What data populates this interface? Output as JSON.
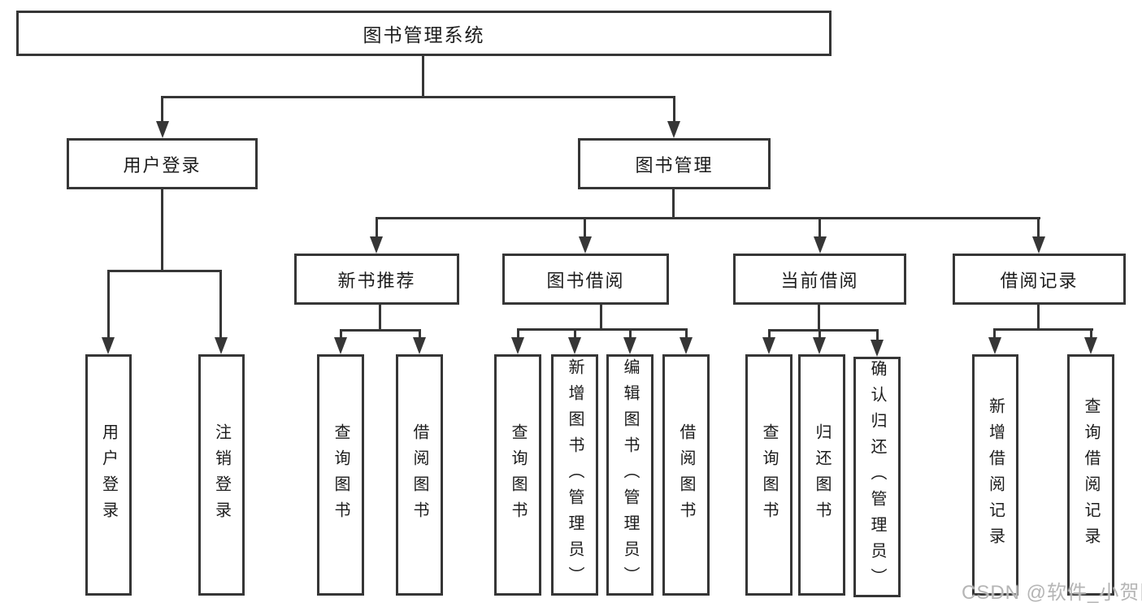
{
  "diagram": {
    "root": {
      "label": "图书管理系统"
    },
    "level2": [
      {
        "label": "用户登录"
      },
      {
        "label": "图书管理"
      }
    ],
    "level3": [
      {
        "label": "新书推荐"
      },
      {
        "label": "图书借阅"
      },
      {
        "label": "当前借阅"
      },
      {
        "label": "借阅记录"
      }
    ],
    "leaves": [
      {
        "label": "用户登录"
      },
      {
        "label": "注销登录"
      },
      {
        "label": "查询图书"
      },
      {
        "label": "借阅图书"
      },
      {
        "label": "查询图书"
      },
      {
        "label": "新增图书（管理员）"
      },
      {
        "label": "编辑图书（管理员）"
      },
      {
        "label": "借阅图书"
      },
      {
        "label": "查询图书"
      },
      {
        "label": "归还图书"
      },
      {
        "label": "确认归还（管理员）"
      },
      {
        "label": "新增借阅记录"
      },
      {
        "label": "查询借阅记录"
      }
    ],
    "colors": {
      "line": "#363636",
      "text": "#1c1c1c",
      "background": "#ffffff",
      "watermark": "#b5b5b5"
    }
  },
  "watermark": {
    "text": "CSDN @软件_小贺同学"
  }
}
